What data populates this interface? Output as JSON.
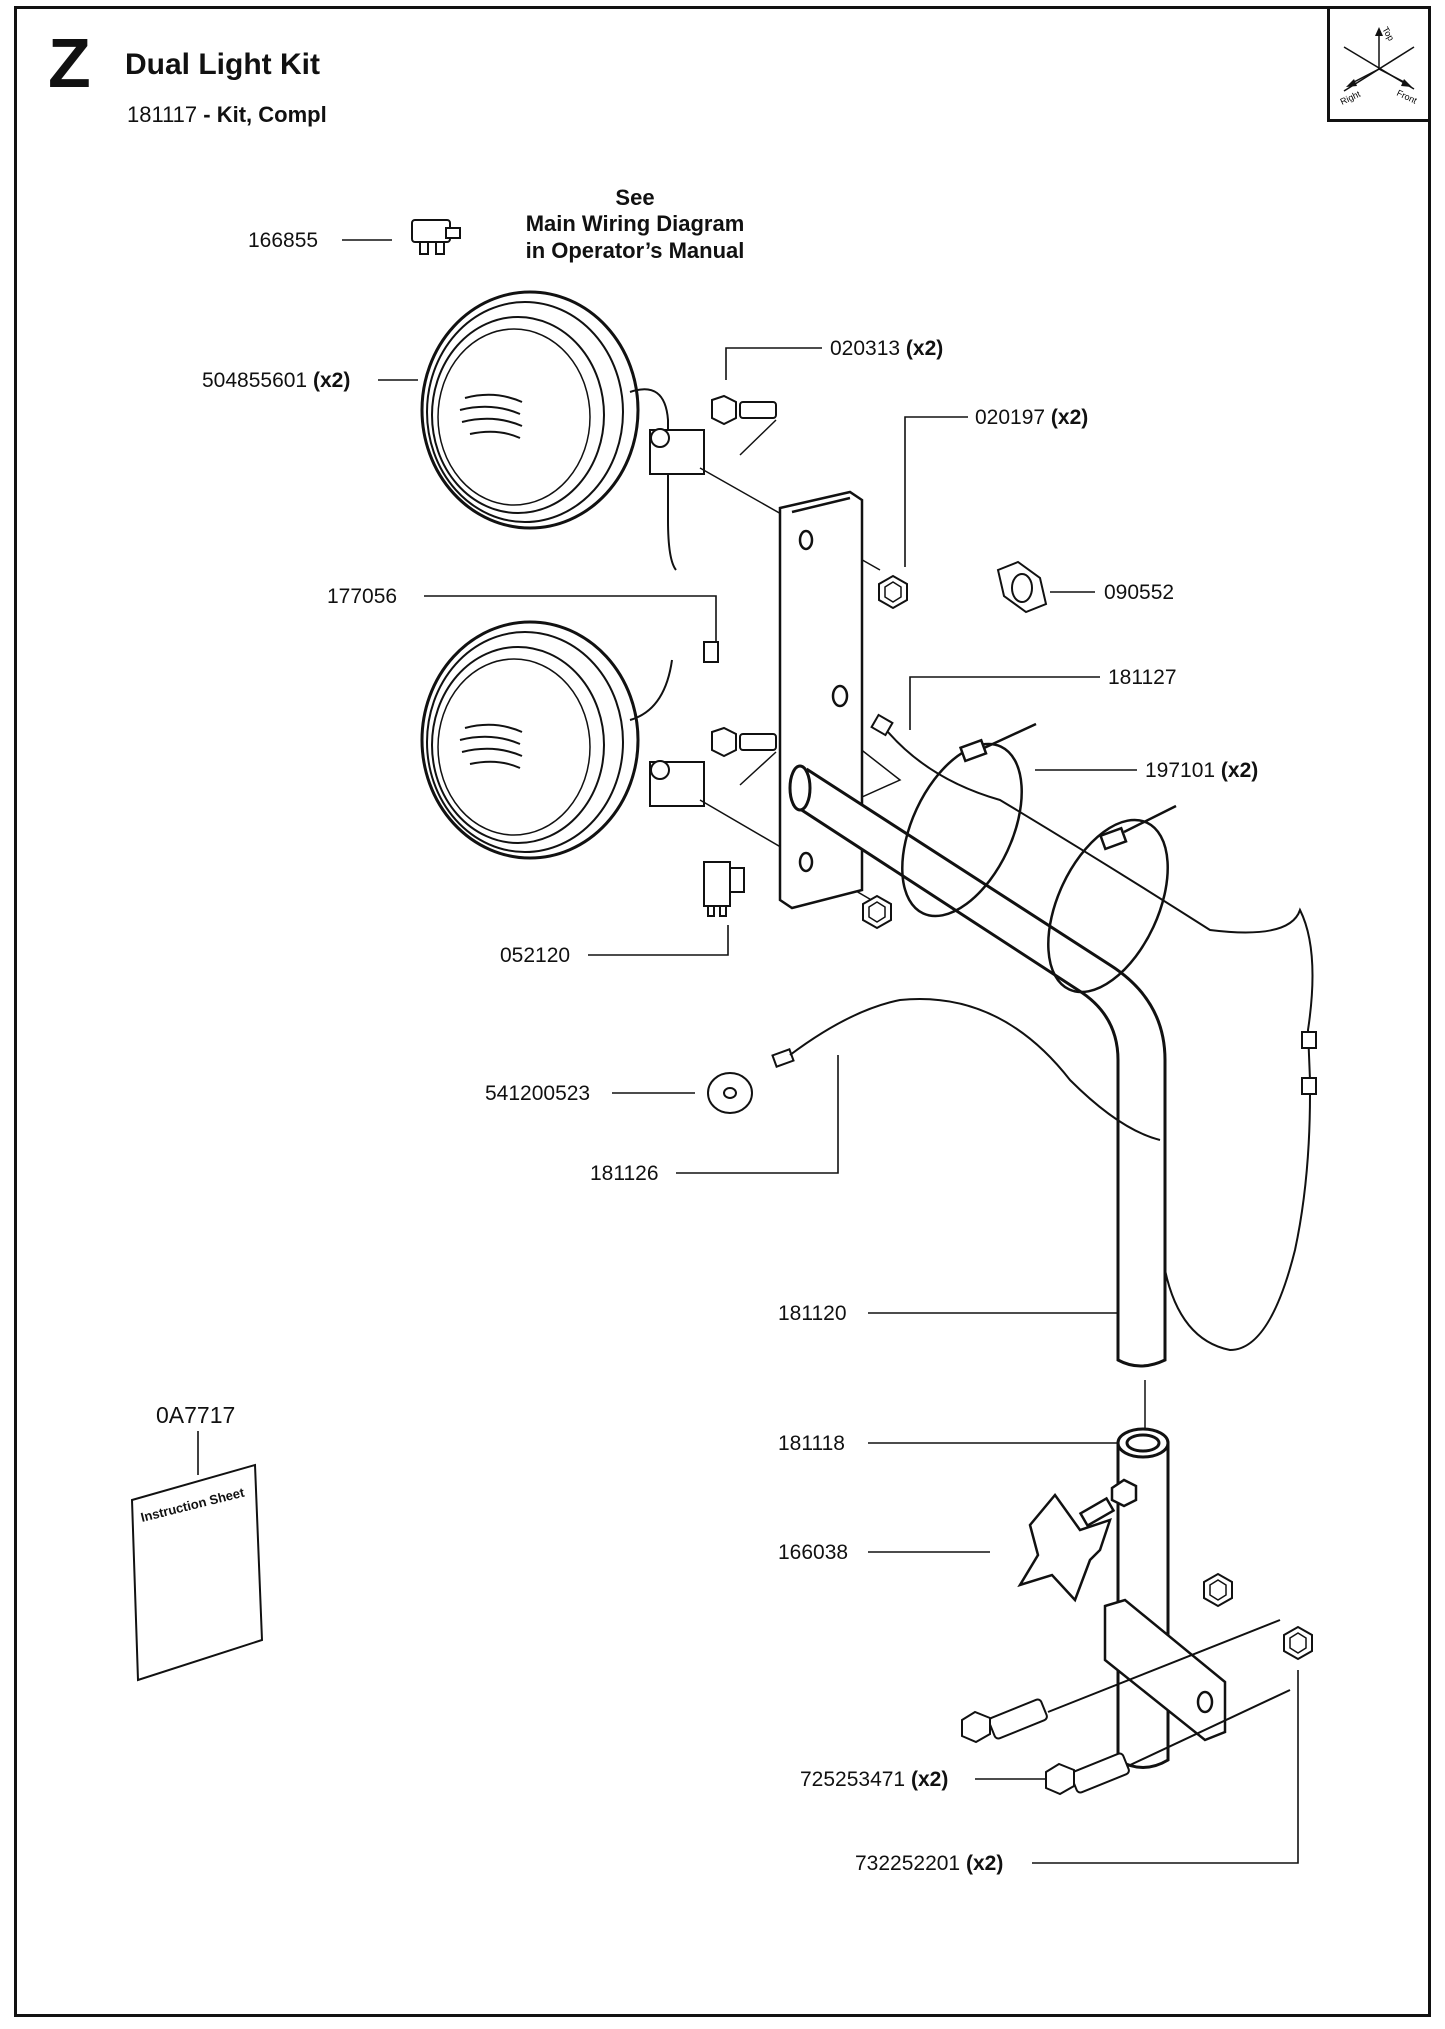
{
  "page": {
    "section_letter": "Z",
    "title": "Dual Light Kit",
    "subtitle_part": "181117",
    "subtitle_desc": "- Kit, Compl"
  },
  "orientation": {
    "top": "Top",
    "right": "Right",
    "front": "Front"
  },
  "note": {
    "line1": "See",
    "line2": "Main Wiring Diagram",
    "line3": "in Operator’s Manual"
  },
  "parts": [
    {
      "number": "166855",
      "qty": ""
    },
    {
      "number": "504855601",
      "qty": "(x2)"
    },
    {
      "number": "020313",
      "qty": "(x2)"
    },
    {
      "number": "020197",
      "qty": "(x2)"
    },
    {
      "number": "090552",
      "qty": ""
    },
    {
      "number": "177056",
      "qty": ""
    },
    {
      "number": "181127",
      "qty": ""
    },
    {
      "number": "197101",
      "qty": "(x2)"
    },
    {
      "number": "052120",
      "qty": ""
    },
    {
      "number": "541200523",
      "qty": ""
    },
    {
      "number": "181126",
      "qty": ""
    },
    {
      "number": "181120",
      "qty": ""
    },
    {
      "number": "0A7717",
      "qty": ""
    },
    {
      "number": "181118",
      "qty": ""
    },
    {
      "number": "166038",
      "qty": ""
    },
    {
      "number": "725253471",
      "qty": "(x2)"
    },
    {
      "number": "732252201",
      "qty": "(x2)"
    }
  ],
  "instruction_sheet": {
    "label": "Instruction Sheet"
  }
}
